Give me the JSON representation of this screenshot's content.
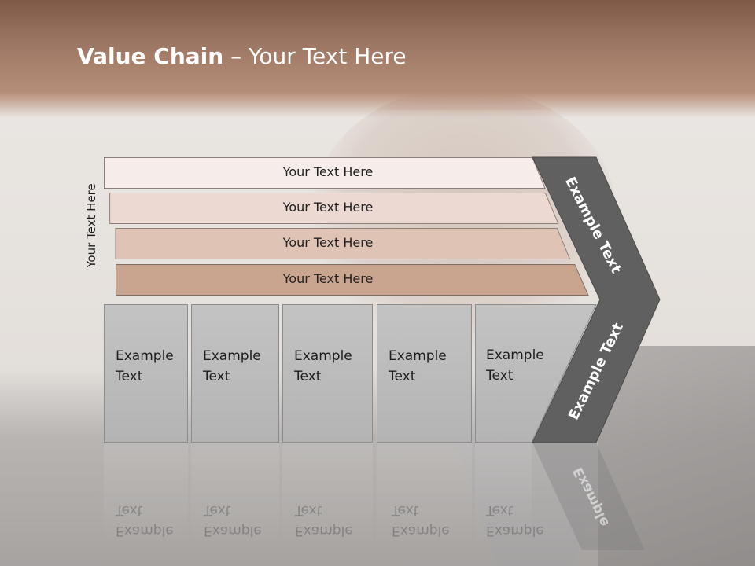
{
  "title": {
    "bold": "Value Chain",
    "rest": " – Your Text Here"
  },
  "side_label": "Your Text Here",
  "bars": [
    {
      "label": "Your Text Here",
      "color": "#f6ecea"
    },
    {
      "label": "Your Text Here",
      "color": "#ecd9d1"
    },
    {
      "label": "Your Text Here",
      "color": "#dfc4b6"
    },
    {
      "label": "Your Text Here",
      "color": "#c9a590"
    }
  ],
  "columns": [
    {
      "line1": "Example",
      "line2": "Text"
    },
    {
      "line1": "Example",
      "line2": "Text"
    },
    {
      "line1": "Example",
      "line2": "Text"
    },
    {
      "line1": "Example",
      "line2": "Text"
    },
    {
      "line1": "Example",
      "line2": "Text"
    }
  ],
  "chevron": {
    "upper_label": "Example Text",
    "lower_label": "Example Text",
    "reflection_label": "Example",
    "color": "#606060"
  }
}
